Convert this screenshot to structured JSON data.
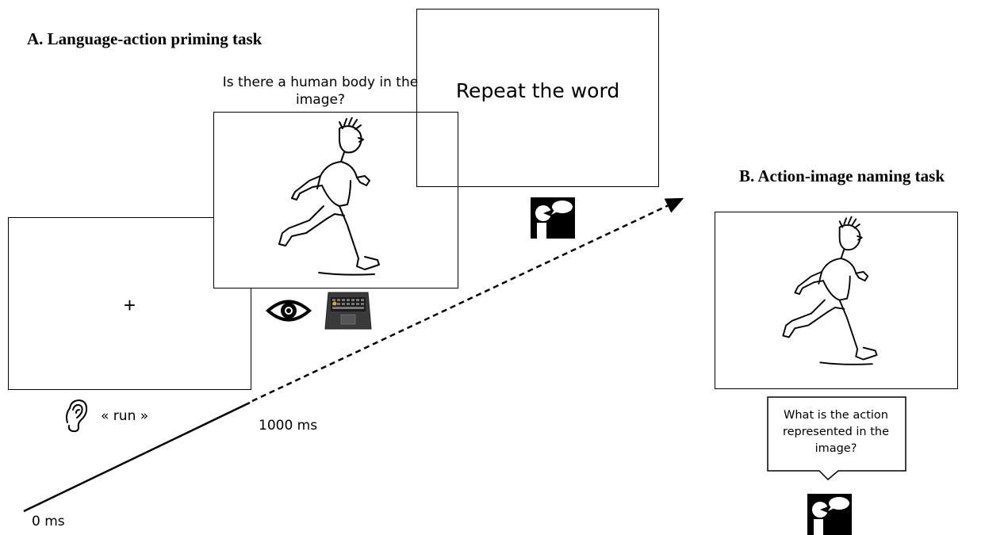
{
  "section_a": {
    "title": "A. Language-action priming task"
  },
  "section_b": {
    "title": "B. Action-image naming task"
  },
  "fixation": {
    "symbol": "+"
  },
  "auditory": {
    "word": "« run »",
    "icon": "ear-icon"
  },
  "priming_image": {
    "question": "Is there a human body in the image?",
    "icons": [
      "eye-icon",
      "laptop-keyboard-icon"
    ]
  },
  "repeat_screen": {
    "text": "Repeat the word",
    "icon": "speaking-person-icon"
  },
  "naming_task": {
    "question": "What is the action represented in the image?",
    "icon": "speaking-person-icon"
  },
  "timeline": {
    "start_label": "0 ms",
    "mid_label": "1000 ms"
  }
}
